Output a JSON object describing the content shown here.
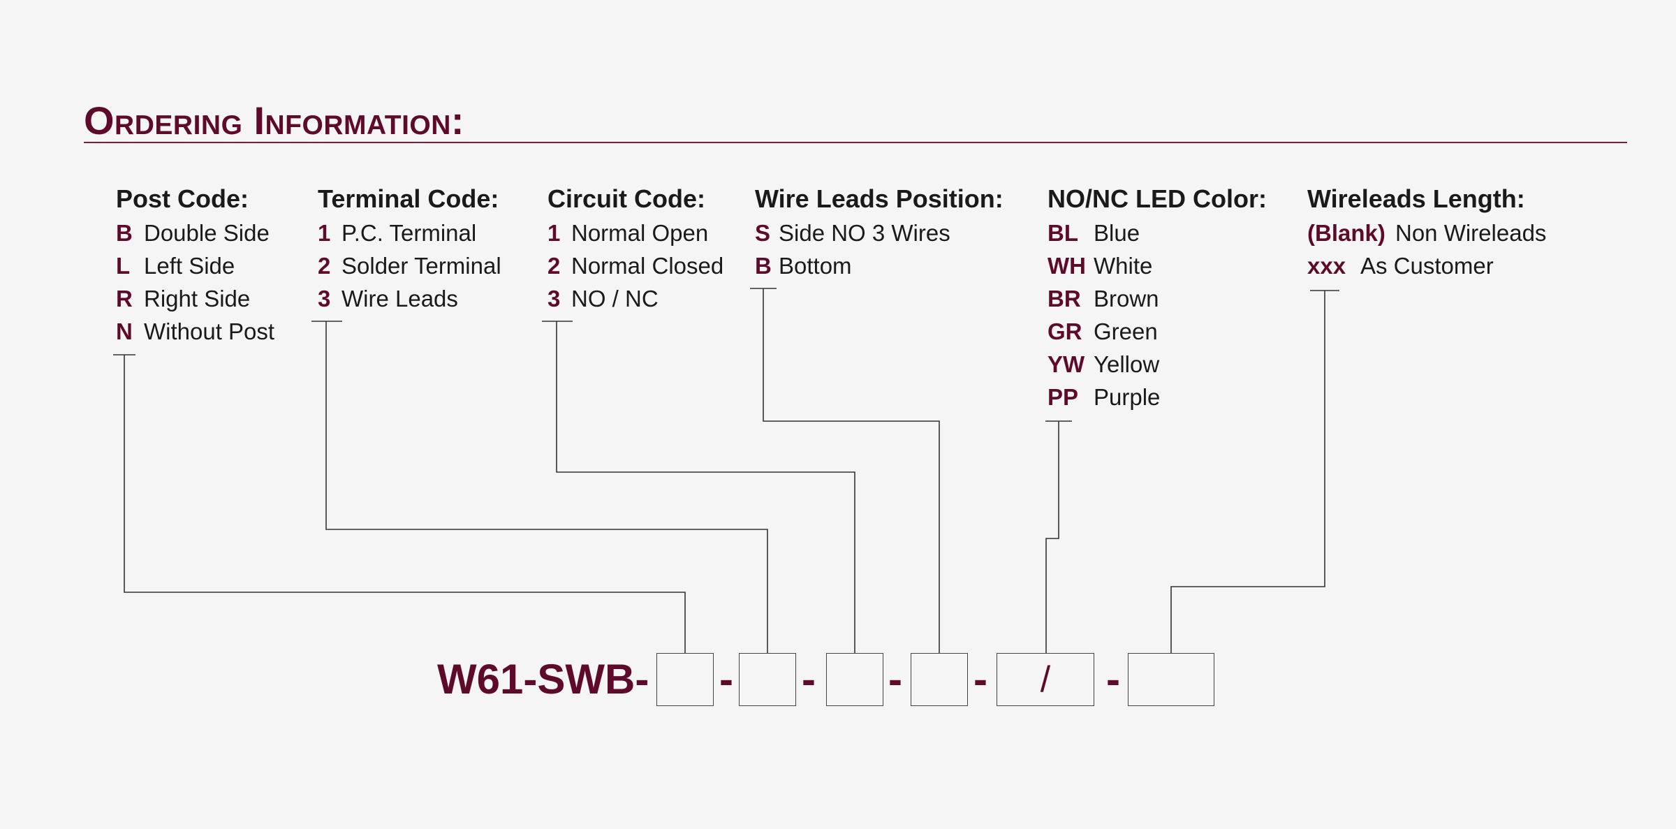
{
  "title": "Ordering Information:",
  "accent_color": "#5e0b2b",
  "groups": [
    {
      "title": "Post Code:",
      "options": [
        {
          "code": "B",
          "label": "Double Side"
        },
        {
          "code": "L",
          "label": "Left Side"
        },
        {
          "code": "R",
          "label": "Right Side"
        },
        {
          "code": "N",
          "label": "Without Post"
        }
      ]
    },
    {
      "title": "Terminal Code:",
      "options": [
        {
          "code": "1",
          "label": "P.C. Terminal"
        },
        {
          "code": "2",
          "label": "Solder Terminal"
        },
        {
          "code": "3",
          "label": "Wire Leads"
        }
      ]
    },
    {
      "title": "Circuit Code:",
      "options": [
        {
          "code": "1",
          "label": "Normal Open"
        },
        {
          "code": "2",
          "label": "Normal Closed"
        },
        {
          "code": "3",
          "label": "NO / NC"
        }
      ]
    },
    {
      "title": "Wire Leads Position:",
      "options": [
        {
          "code": "S",
          "label": "Side NO 3 Wires"
        },
        {
          "code": "B",
          "label": "Bottom"
        }
      ]
    },
    {
      "title": "NO/NC LED Color:",
      "options": [
        {
          "code": "BL",
          "label": "Blue"
        },
        {
          "code": "WH",
          "label": "White"
        },
        {
          "code": "BR",
          "label": "Brown"
        },
        {
          "code": "GR",
          "label": "Green"
        },
        {
          "code": "YW",
          "label": "Yellow"
        },
        {
          "code": "PP",
          "label": "Purple"
        }
      ]
    },
    {
      "title": "Wireleads Length:",
      "options": [
        {
          "code": "(Blank)",
          "label": "Non Wireleads"
        },
        {
          "code": "xxx",
          "label": "As Customer"
        }
      ]
    }
  ],
  "part_number": {
    "prefix": "W61-SWB-",
    "separator": "-",
    "led_slash": "/"
  }
}
